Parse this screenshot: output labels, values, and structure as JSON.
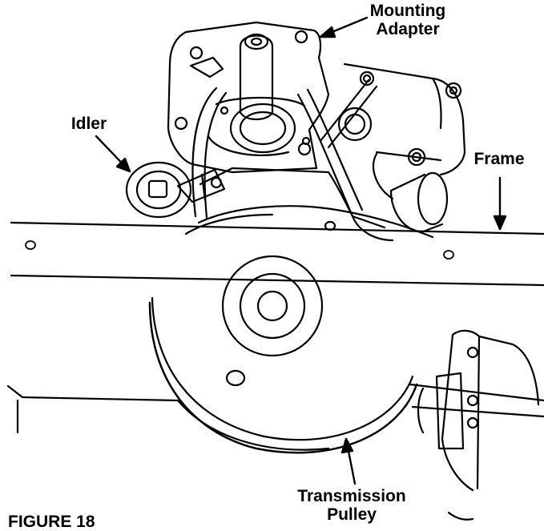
{
  "labels": {
    "mounting_adapter": "Mounting\nAdapter",
    "idler": "Idler",
    "frame": "Frame",
    "transmission_pulley": "Transmission\nPulley",
    "figure_number": "FIGURE 18"
  },
  "colors": {
    "ink": "#000000",
    "paper": "#ffffff"
  }
}
